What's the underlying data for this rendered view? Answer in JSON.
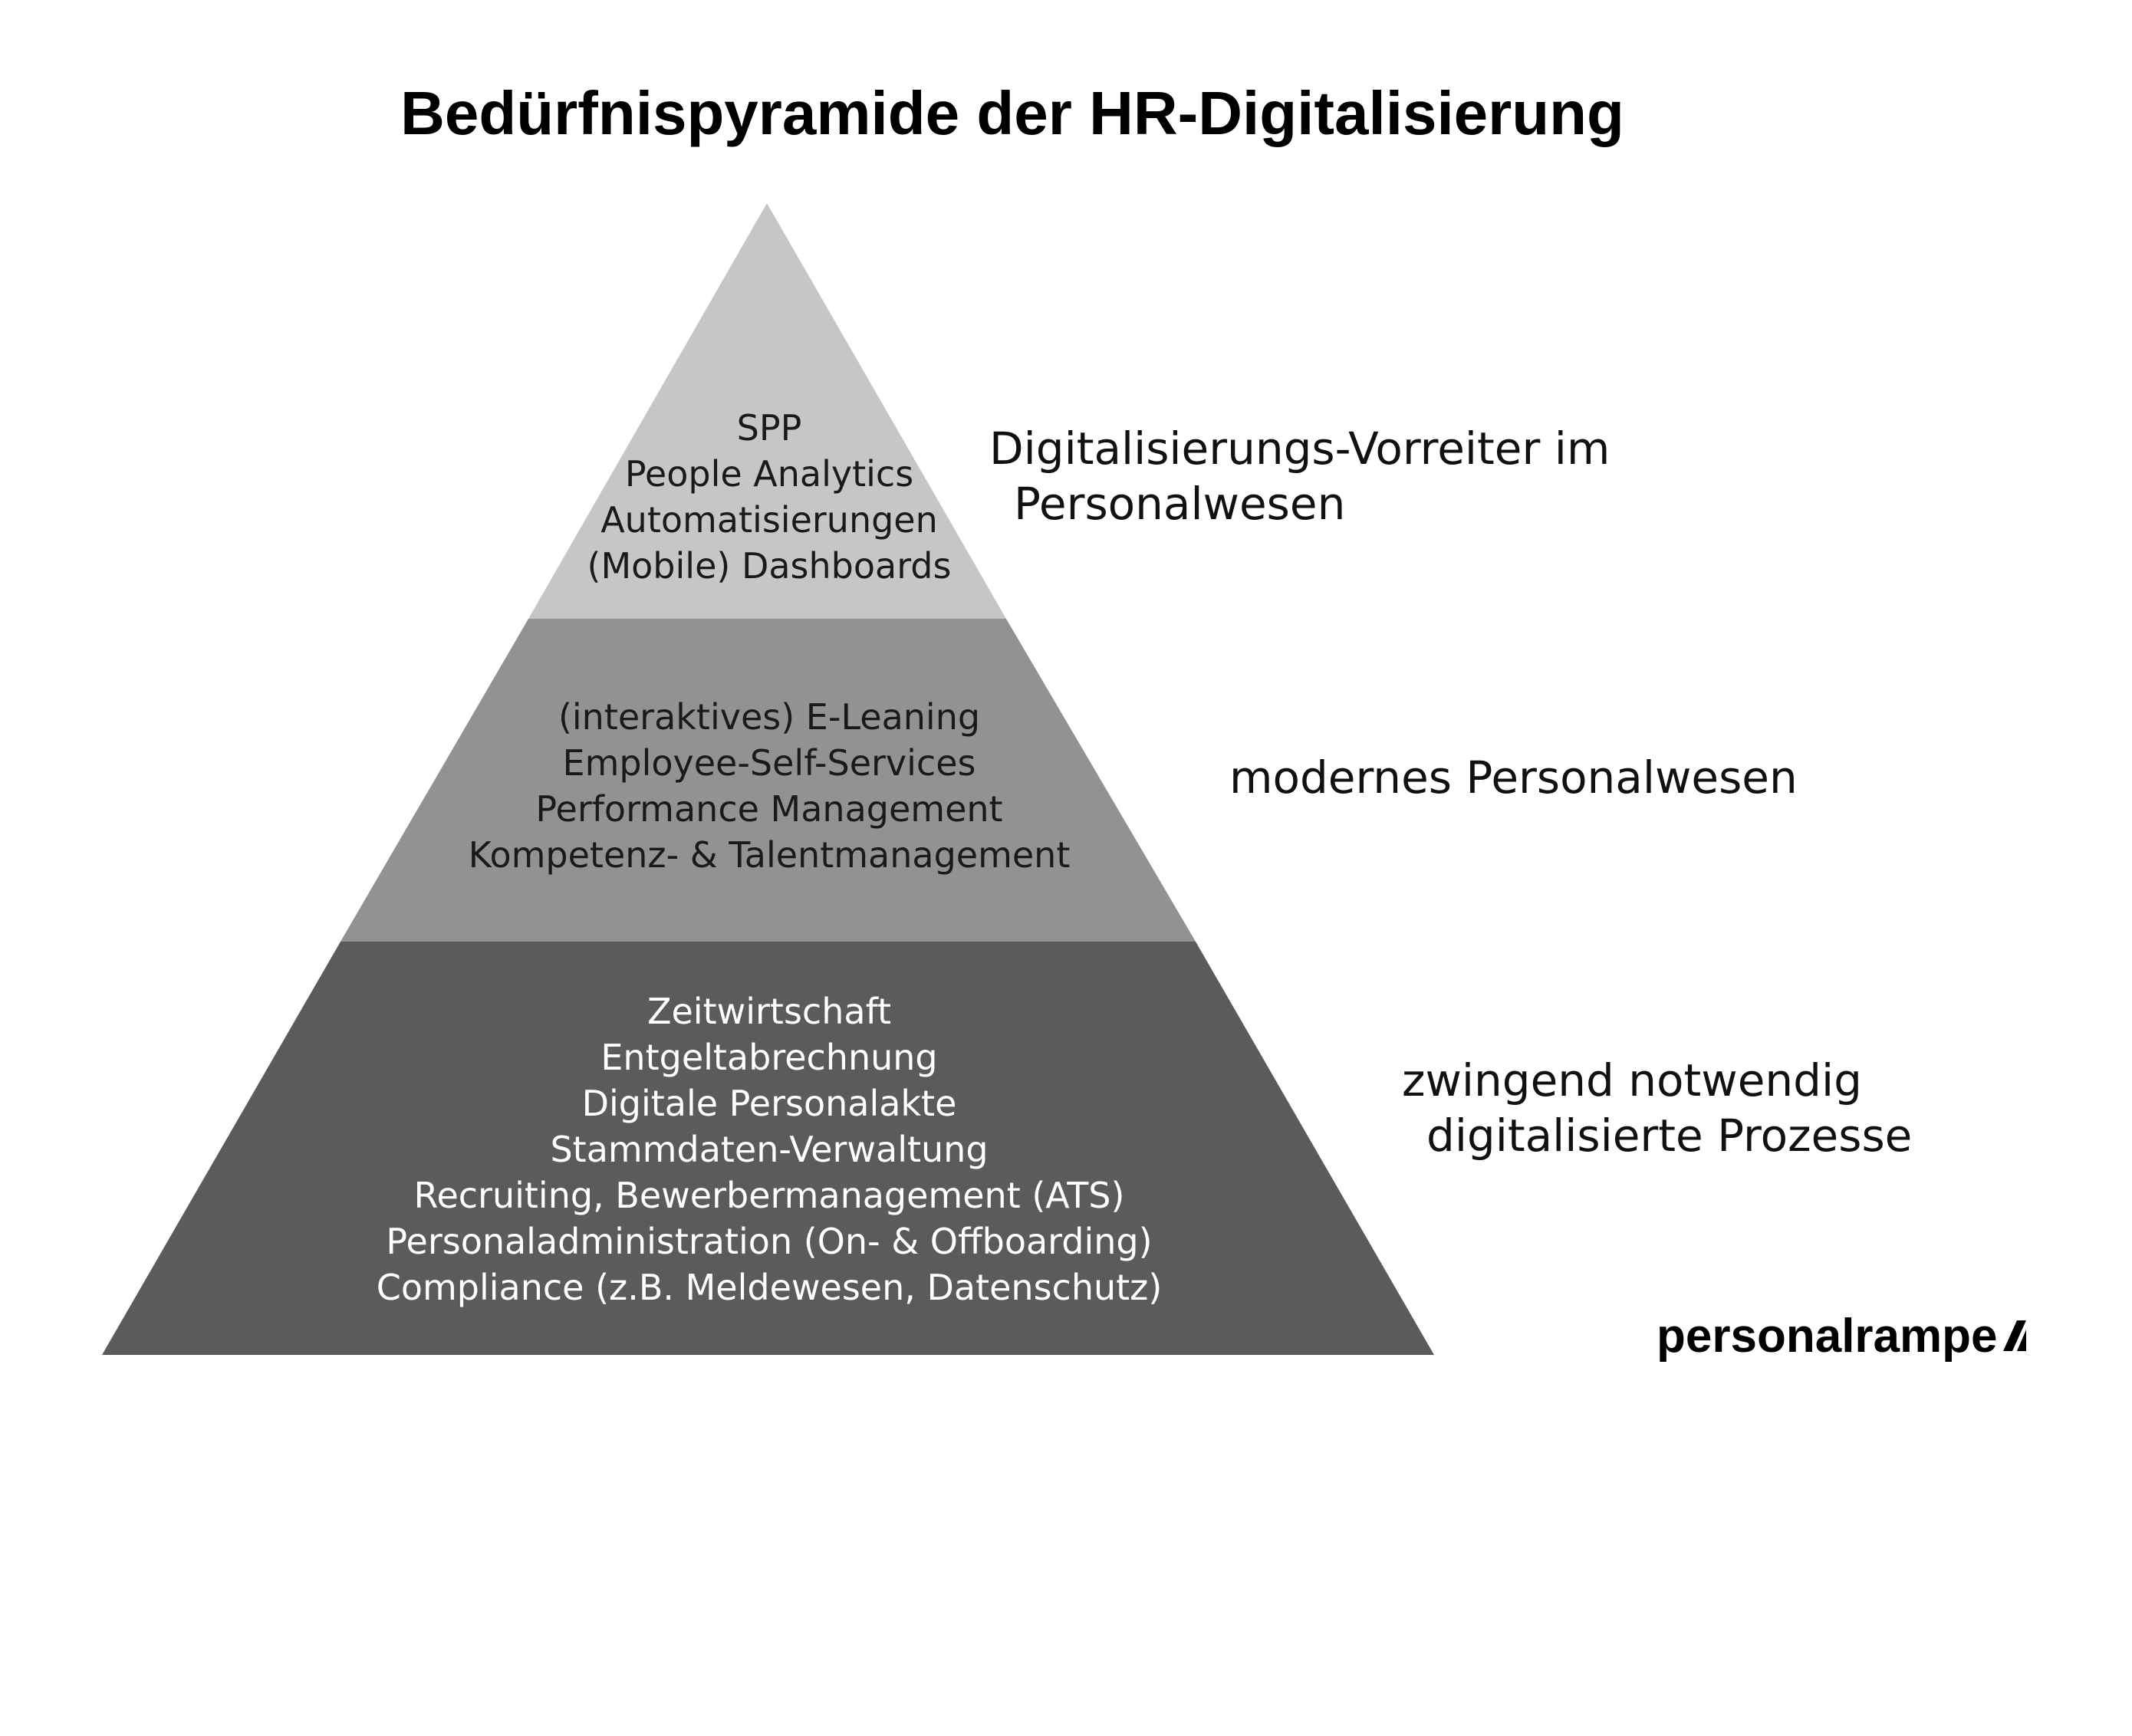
{
  "title": "Bedürfnispyramide der HR-Digitalisierung",
  "colors": {
    "top": "#c6c6c6",
    "middle": "#929292",
    "bottom": "#5b5b5b",
    "text_dark": "#1a1a1a",
    "text_light": "#ffffff"
  },
  "pyramid": {
    "levels": [
      {
        "items": [
          "SPP",
          "People Analytics",
          "Automatisierungen",
          "(Mobile) Dashboards"
        ],
        "label": [
          "Digitalisierungs-Vorreiter im",
          "Personalwesen"
        ]
      },
      {
        "items": [
          "(interaktives) E-Leaning",
          "Employee-Self-Services",
          "Performance Management",
          "Kompetenz- & Talentmanagement"
        ],
        "label": [
          "modernes Personalwesen"
        ]
      },
      {
        "items": [
          "Zeitwirtschaft",
          "Entgeltabrechnung",
          "Digitale Personalakte",
          "Stammdaten-Verwaltung",
          "Recruiting, Bewerbermanagement (ATS)",
          "Personaladministration (On- & Offboarding)",
          "Compliance (z.B. Meldewesen, Datenschutz)"
        ],
        "label": [
          "zwingend notwendig",
          "digitalisierte Prozesse"
        ]
      }
    ]
  },
  "logo": {
    "text": "personalrampe",
    "icon": "ramp-icon"
  }
}
